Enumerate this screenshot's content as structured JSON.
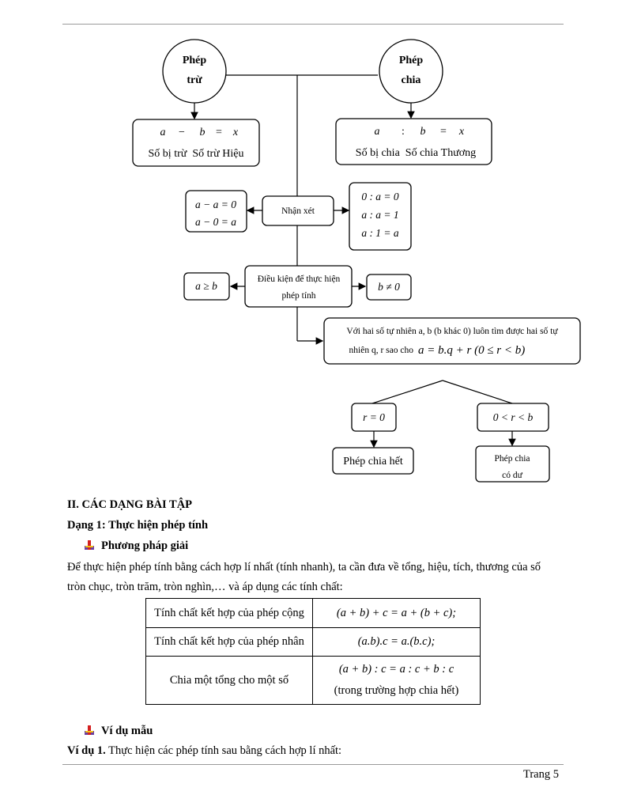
{
  "diagram": {
    "circle_subtract": [
      "Phép",
      "trừ"
    ],
    "circle_divide": [
      "Phép",
      "chia"
    ],
    "subtract_formula": {
      "a": "a",
      "op": "−",
      "b": "b",
      "eq": "=",
      "x": "x",
      "labels": "Số bị trừ  Số trừ Hiệu"
    },
    "divide_formula": {
      "a": "a",
      "op": ":",
      "b": "b",
      "eq": "=",
      "x": "x",
      "labels": "Số bị chia  Số chia Thương"
    },
    "remark_label": "Nhận xét",
    "remark_left": [
      "a − a = 0",
      "a − 0 = a"
    ],
    "remark_right": [
      "0 : a = 0",
      "a : a = 1",
      "a : 1 = a"
    ],
    "condition_label": [
      "Điều kiện để thực hiện",
      "phép tính"
    ],
    "condition_left": "a ≥ b",
    "condition_right": "b ≠ 0",
    "theorem": [
      "Với hai số tự nhiên a, b (b khác 0) luôn tìm được hai số tự",
      "nhiên q, r sao cho",
      "a = b.q + r (0 ≤ r < b)"
    ],
    "r_zero": "r = 0",
    "r_pos": "0 < r < b",
    "exact_division": "Phép chia hết",
    "remainder_division": [
      "Phép chia",
      "có dư"
    ]
  },
  "section_title": "II. CÁC DẠNG BÀI TẬP",
  "type1_title": "Dạng 1: Thực hiện phép tính",
  "method_title": "Phương pháp giải",
  "method_text": [
    "Để thực hiện phép tính bằng cách hợp lí nhất (tính nhanh), ta cần đưa về tổng, hiệu, tích, thương của số",
    "tròn chục, tròn trăm, tròn nghìn,… và áp dụng các tính chất:"
  ],
  "properties": [
    {
      "name": "Tính chất kết hợp của phép cộng",
      "formula": "(a + b) + c = a + (b + c);",
      "note": ""
    },
    {
      "name": "Tính chất kết hợp của phép nhân",
      "formula": "(a.b).c = a.(b.c);",
      "note": ""
    },
    {
      "name": "Chia một tổng cho một số",
      "formula": "(a + b) : c = a : c + b : c",
      "note": "(trong trường hợp chia hết)"
    }
  ],
  "example_title": "Ví dụ mẫu",
  "example1_label": "Ví dụ 1.",
  "example1_text": " Thực hiện các phép tính sau bằng cách hợp lí nhất:",
  "footer": "Trang 5",
  "colors": {
    "rule": "#9a9a9a",
    "icon_red": "#d42020",
    "icon_purple": "#6a3fa0",
    "icon_yellow": "#f2c21b"
  }
}
